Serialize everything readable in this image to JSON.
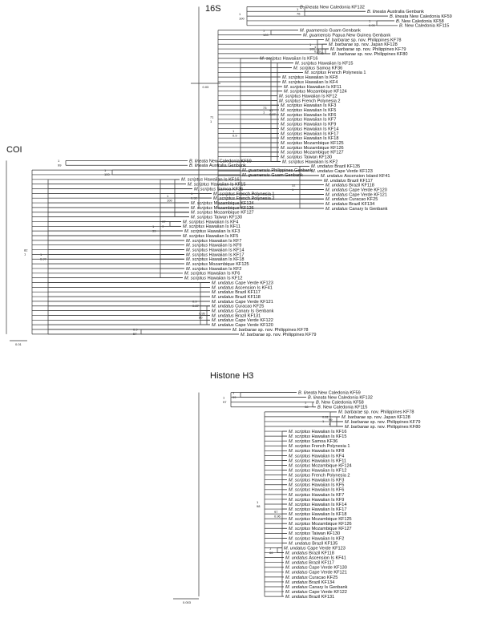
{
  "figure": {
    "panels": [
      {
        "title": "16S",
        "scale_label": "0.03",
        "supports": [
          "1",
          "76",
          "1",
          "0.99",
          "1",
          "100",
          "1",
          "100",
          "1",
          "100",
          "1",
          "0.99",
          "1",
          "0.99",
          "73",
          "1",
          "52",
          "1",
          "97",
          "0.97",
          "1",
          "0.9",
          "71",
          "1",
          "100",
          "1"
        ],
        "taxa": [
          {
            "genus": "B. lineata",
            "rest": "New Caledonia KF132"
          },
          {
            "genus": "B. lineata",
            "rest": "Australia Genbank"
          },
          {
            "genus": "B. lineata",
            "rest": "New Caledonia KF59"
          },
          {
            "genus": "B.",
            "rest": "New Caledonia KF58"
          },
          {
            "genus": "B.",
            "rest": "New Caledonia KF115"
          },
          {
            "genus": "M. guamensis",
            "rest": "Guam Genbank"
          },
          {
            "genus": "M. guamensis",
            "rest": "Papua New Guinea Genbank"
          },
          {
            "genus": "M. barbarae",
            "rest": "sp. nov. Philippines KF78"
          },
          {
            "genus": "M. barbarae",
            "rest": "sp. nov. Japan KF128"
          },
          {
            "genus": "M. barbarae",
            "rest": "sp. nov. Philippines KF79"
          },
          {
            "genus": "M. barbarae",
            "rest": "sp. nov. Philippines KF80"
          },
          {
            "genus": "M. scriptus",
            "rest": "Hawaiian Is KF16"
          },
          {
            "genus": "M. scriptus",
            "rest": "Hawaiian Is KF15"
          },
          {
            "genus": "M. scriptus",
            "rest": "Samoa KF36"
          },
          {
            "genus": "M. scriptus",
            "rest": "French Polynesia 1"
          },
          {
            "genus": "M. scriptus",
            "rest": "Hawaiian Is KF8"
          },
          {
            "genus": "M. scriptus",
            "rest": "Hawaiian Is KF4"
          },
          {
            "genus": "M. scriptus",
            "rest": "Hawaiian Is KF11"
          },
          {
            "genus": "M. scriptus",
            "rest": "Mozambique KF124"
          },
          {
            "genus": "M. scriptus",
            "rest": "Hawaiian Is KF12"
          },
          {
            "genus": "M. scriptus",
            "rest": "French Polynesia 2"
          },
          {
            "genus": "M. scriptus",
            "rest": "Hawaiian Is KF3"
          },
          {
            "genus": "M. scriptus",
            "rest": "Hawaiian Is KF5"
          },
          {
            "genus": "M. scriptus",
            "rest": "Hawaiian Is KF6"
          },
          {
            "genus": "M. scriptus",
            "rest": "Hawaiian Is KF7"
          },
          {
            "genus": "M. scriptus",
            "rest": "Hawaiian Is KF9"
          },
          {
            "genus": "M. scriptus",
            "rest": "Hawaiian Is KF14"
          },
          {
            "genus": "M. scriptus",
            "rest": "Hawaiian Is KF17"
          },
          {
            "genus": "M. scriptus",
            "rest": "Hawaiian Is KF18"
          },
          {
            "genus": "M. scriptus",
            "rest": "Mozambique KF125"
          },
          {
            "genus": "M. scriptus",
            "rest": "Mozambique KF126"
          },
          {
            "genus": "M. scriptus",
            "rest": "Mozambique KF127"
          },
          {
            "genus": "M. scriptus",
            "rest": "Taiwan KF130"
          },
          {
            "genus": "M. scriptus",
            "rest": "Hawaiian Is KF2"
          },
          {
            "genus": "M. undatus",
            "rest": "Brazil KF135"
          },
          {
            "genus": "M. undatus",
            "rest": "Cape Verde KF123"
          },
          {
            "genus": "M. undatus",
            "rest": "Ascension Island KF41"
          },
          {
            "genus": "M. undatus",
            "rest": "Brazil KF117"
          },
          {
            "genus": "M. undatus",
            "rest": "Brazil KF118"
          },
          {
            "genus": "M. undatus",
            "rest": "Cape Verde KF120"
          },
          {
            "genus": "M. undatus",
            "rest": "Cape Verde KF121"
          },
          {
            "genus": "M. undatus",
            "rest": "Curacao KF25"
          },
          {
            "genus": "M. undatus",
            "rest": "Brazil KF134"
          },
          {
            "genus": "M. undatus",
            "rest": "Canary Is Genbank"
          }
        ]
      },
      {
        "title": "COI",
        "scale_label": "0.01",
        "supports": [
          "1",
          "99",
          "1",
          "100",
          "1",
          "99",
          "1",
          "100",
          "1",
          "0.92",
          "97",
          "1",
          "0.9",
          "0.87",
          "0.95",
          "80",
          "0.9",
          "57",
          "1",
          "0.97",
          "82",
          "1",
          "0.98",
          "0.89",
          "77",
          "1",
          "0.95",
          "1",
          "99",
          "1",
          "100"
        ],
        "taxa": [
          {
            "genus": "B. lineata",
            "rest": "New Caledonia KF59"
          },
          {
            "genus": "B. lineata",
            "rest": "Australia Genbank"
          },
          {
            "genus": "M. guamensis",
            "rest": "Philippines Genbank"
          },
          {
            "genus": "M. guamensis",
            "rest": "Guam Genbank"
          },
          {
            "genus": "M. scriptus",
            "rest": "Hawaiian Is KF16"
          },
          {
            "genus": "M. scriptus",
            "rest": "Hawaiian Is KF15"
          },
          {
            "genus": "M. scriptus",
            "rest": "Samoa KF36"
          },
          {
            "genus": "M. scriptus",
            "rest": "French Polynesia 1"
          },
          {
            "genus": "M. scriptus",
            "rest": "French Polynesia 2"
          },
          {
            "genus": "M. scriptus",
            "rest": "Mozambique KF124"
          },
          {
            "genus": "M. scriptus",
            "rest": "Mozambique KF126"
          },
          {
            "genus": "M. scriptus",
            "rest": "Mozambique KF127"
          },
          {
            "genus": "M. scriptus",
            "rest": "Taiwan KF130"
          },
          {
            "genus": "M. scriptus",
            "rest": "Hawaiian Is KF4"
          },
          {
            "genus": "M. scriptus",
            "rest": "Hawaiian Is KF11"
          },
          {
            "genus": "M. scriptus",
            "rest": "Hawaiian Is KF3"
          },
          {
            "genus": "M. scriptus",
            "rest": "Hawaiian Is KF5"
          },
          {
            "genus": "M. scriptus",
            "rest": "Hawaiian Is KF7"
          },
          {
            "genus": "M. scriptus",
            "rest": "Hawaiian Is KF9"
          },
          {
            "genus": "M. scriptus",
            "rest": "Hawaiian Is KF14"
          },
          {
            "genus": "M. scriptus",
            "rest": "Hawaiian Is KF17"
          },
          {
            "genus": "M. scriptus",
            "rest": "Hawaiian Is KF18"
          },
          {
            "genus": "M. scriptus",
            "rest": "Mozambique KF125"
          },
          {
            "genus": "M. scriptus",
            "rest": "Hawaiian Is KF2"
          },
          {
            "genus": "M. scriptus",
            "rest": "Hawaiian Is KF6"
          },
          {
            "genus": "M. scriptus",
            "rest": "Hawaiian Is KF12"
          },
          {
            "genus": "M. undatus",
            "rest": "Cape Verde KF123"
          },
          {
            "genus": "M. undatus",
            "rest": "Ascension Is KF41"
          },
          {
            "genus": "M. undatus",
            "rest": "Brazil KF117"
          },
          {
            "genus": "M. undatus",
            "rest": "Brazil KF118"
          },
          {
            "genus": "M. undatus",
            "rest": "Cape Verde KF121"
          },
          {
            "genus": "M. undatus",
            "rest": "Curacao KF25"
          },
          {
            "genus": "M. undatus",
            "rest": "Canary Is Genbank"
          },
          {
            "genus": "M. undatus",
            "rest": "Brazil KF131"
          },
          {
            "genus": "M. undatus",
            "rest": "Cape Verde KF122"
          },
          {
            "genus": "M. undatus",
            "rest": "Cape Verde KF120"
          },
          {
            "genus": "M. barbarae",
            "rest": "sp. nov. Philippines KF78"
          },
          {
            "genus": "M. barbarae",
            "rest": "sp. nov. Philippines KF79"
          }
        ]
      },
      {
        "title": "Histone H3",
        "scale_label": "0.003",
        "supports": [
          "1",
          "99",
          "1",
          "98",
          "1",
          "97",
          "0.81",
          "1",
          "99",
          "1",
          "97",
          "0.96",
          "1",
          "66",
          "1",
          "98"
        ],
        "taxa": [
          {
            "genus": "B. lineata",
            "rest": "New Caledonia KF59"
          },
          {
            "genus": "B. lineata",
            "rest": "New Caledonia KF132"
          },
          {
            "genus": "B.",
            "rest": "New Caledonia KF58"
          },
          {
            "genus": "B.",
            "rest": "New Caledonia KF115"
          },
          {
            "genus": "M. barbarae",
            "rest": "sp. nov. Philippines KF78"
          },
          {
            "genus": "M. barbarae",
            "rest": "sp. nov. Japan KF128"
          },
          {
            "genus": "M. barbarae",
            "rest": "sp. nov. Philippines KF79"
          },
          {
            "genus": "M. barbarae",
            "rest": "sp. nov. Philippines KF80"
          },
          {
            "genus": "M. scriptus",
            "rest": "Hawaiian Is KF16"
          },
          {
            "genus": "M. scriptus",
            "rest": "Hawaiian Is KF15"
          },
          {
            "genus": "M. scriptus",
            "rest": "Samoa KF36"
          },
          {
            "genus": "M. scriptus",
            "rest": "French Polynesia 1"
          },
          {
            "genus": "M. scriptus",
            "rest": "Hawaiian Is KF8"
          },
          {
            "genus": "M. scriptus",
            "rest": "Hawaiian Is KF4"
          },
          {
            "genus": "M. scriptus",
            "rest": "Hawaiian Is KF11"
          },
          {
            "genus": "M. scriptus",
            "rest": "Mozambique KF124"
          },
          {
            "genus": "M. scriptus",
            "rest": "Hawaiian Is KF12"
          },
          {
            "genus": "M. scriptus",
            "rest": "French Polynesia 2"
          },
          {
            "genus": "M. scriptus",
            "rest": "Hawaiian Is KF3"
          },
          {
            "genus": "M. scriptus",
            "rest": "Hawaiian Is KF5"
          },
          {
            "genus": "M. scriptus",
            "rest": "Hawaiian Is KF6"
          },
          {
            "genus": "M. scriptus",
            "rest": "Hawaiian Is KF7"
          },
          {
            "genus": "M. scriptus",
            "rest": "Hawaiian Is KF9"
          },
          {
            "genus": "M. scriptus",
            "rest": "Hawaiian Is KF14"
          },
          {
            "genus": "M. scriptus",
            "rest": "Hawaiian Is KF17"
          },
          {
            "genus": "M. scriptus",
            "rest": "Hawaiian Is KF18"
          },
          {
            "genus": "M. scriptus",
            "rest": "Mozambique KF125"
          },
          {
            "genus": "M. scriptus",
            "rest": "Mozambique KF126"
          },
          {
            "genus": "M. scriptus",
            "rest": "Mozambique KF127"
          },
          {
            "genus": "M. scriptus",
            "rest": "Taiwan KF130"
          },
          {
            "genus": "M. scriptus",
            "rest": "Hawaiian Is KF2"
          },
          {
            "genus": "M. undatus",
            "rest": "Brazil KF135"
          },
          {
            "genus": "M. undatus",
            "rest": "Cape Verde KF123"
          },
          {
            "genus": "M. undatus",
            "rest": "Brazil KF118"
          },
          {
            "genus": "M. undatus",
            "rest": "Ascension Is KF41"
          },
          {
            "genus": "M. undatus",
            "rest": "Brazil KF117"
          },
          {
            "genus": "M. undatus",
            "rest": "Cape Verde KF130"
          },
          {
            "genus": "M. undatus",
            "rest": "Cape Verde KF121"
          },
          {
            "genus": "M. undatus",
            "rest": "Curacao KF25"
          },
          {
            "genus": "M. undatus",
            "rest": "Brazil KF134"
          },
          {
            "genus": "M. undatus",
            "rest": "Canary Is Genbank"
          },
          {
            "genus": "M. undatus",
            "rest": "Cape Verde KF122"
          },
          {
            "genus": "M. undatus",
            "rest": "Brazil KF131"
          }
        ]
      }
    ]
  }
}
